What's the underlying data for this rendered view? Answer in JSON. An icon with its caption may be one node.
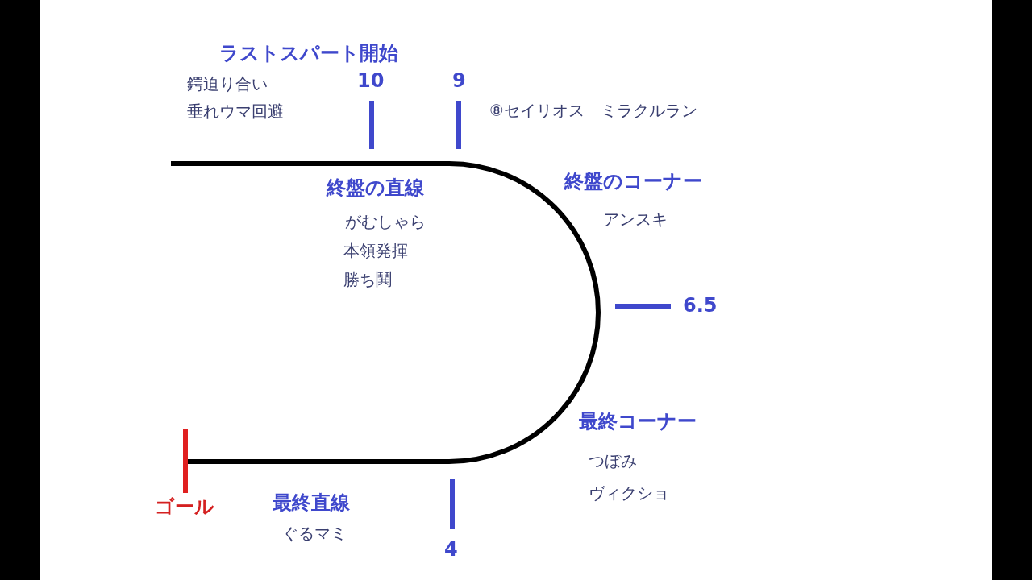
{
  "diagram": {
    "labels": [
      "ラストスパート開始",
      "鍔迫り合い",
      "垂れウマ回避",
      "10",
      "9",
      "⑧セイリオス　ミラクルラン",
      "終盤の直線",
      "終盤のコーナー",
      "がむしゃら",
      "アンスキ",
      "本領発揮",
      "勝ち鬨",
      "6.5",
      "最終コーナー",
      "つぼみ",
      "ヴィクショ",
      "ゴール",
      "最終直線",
      "ぐるマミ",
      "4"
    ]
  }
}
